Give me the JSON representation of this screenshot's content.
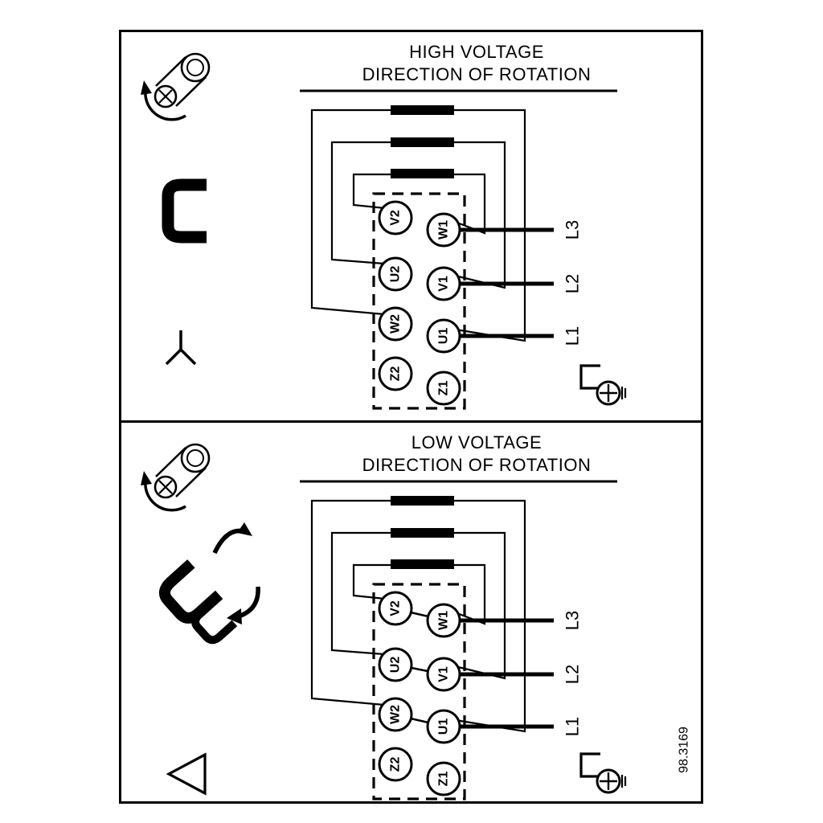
{
  "figure_number": "98.3169",
  "panels": [
    {
      "id": "high-voltage",
      "title_line1": "HIGH VOLTAGE",
      "title_line2": "DIRECTION OF ROTATION",
      "connection_symbol": "star",
      "terminals": {
        "left": [
          "V2",
          "U2",
          "W2",
          "Z2"
        ],
        "right": [
          "W1",
          "V1",
          "U1",
          "Z1"
        ]
      },
      "supply_lines": [
        "L3",
        "L2",
        "L1"
      ]
    },
    {
      "id": "low-voltage",
      "title_line1": "LOW VOLTAGE",
      "title_line2": "DIRECTION OF ROTATION",
      "connection_symbol": "delta",
      "terminals": {
        "left": [
          "V2",
          "U2",
          "W2",
          "Z2"
        ],
        "right": [
          "W1",
          "V1",
          "U1",
          "Z1"
        ]
      },
      "supply_lines": [
        "L3",
        "L2",
        "L1"
      ]
    }
  ],
  "icons": {
    "rotation_screw": "screw-rotation-icon",
    "jumper_link": "jumper-link-icon",
    "jumper_move": "jumper-move-icon",
    "star": "star-connection-icon",
    "delta": "delta-connection-icon",
    "ground": "ground-screw-icon"
  },
  "colors": {
    "line": "#000000",
    "background": "#ffffff"
  }
}
